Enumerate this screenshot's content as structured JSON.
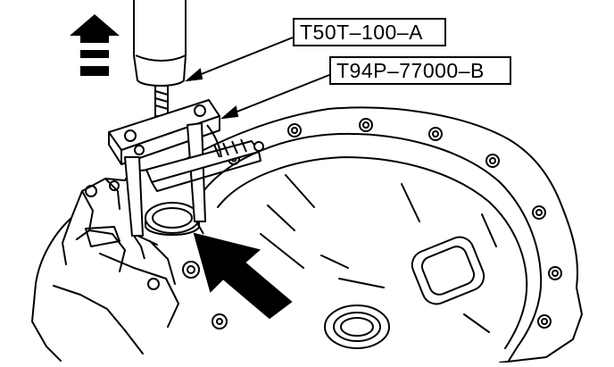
{
  "diagram": {
    "labels": [
      {
        "id": "tool-1",
        "text": "T50T–100–A"
      },
      {
        "id": "tool-2",
        "text": "T94P–77000–B"
      }
    ],
    "colors": {
      "line": "#000000",
      "background": "#ffffff"
    },
    "icons": [
      "pull-direction-arrow-icon",
      "insertion-arrow-icon"
    ]
  }
}
